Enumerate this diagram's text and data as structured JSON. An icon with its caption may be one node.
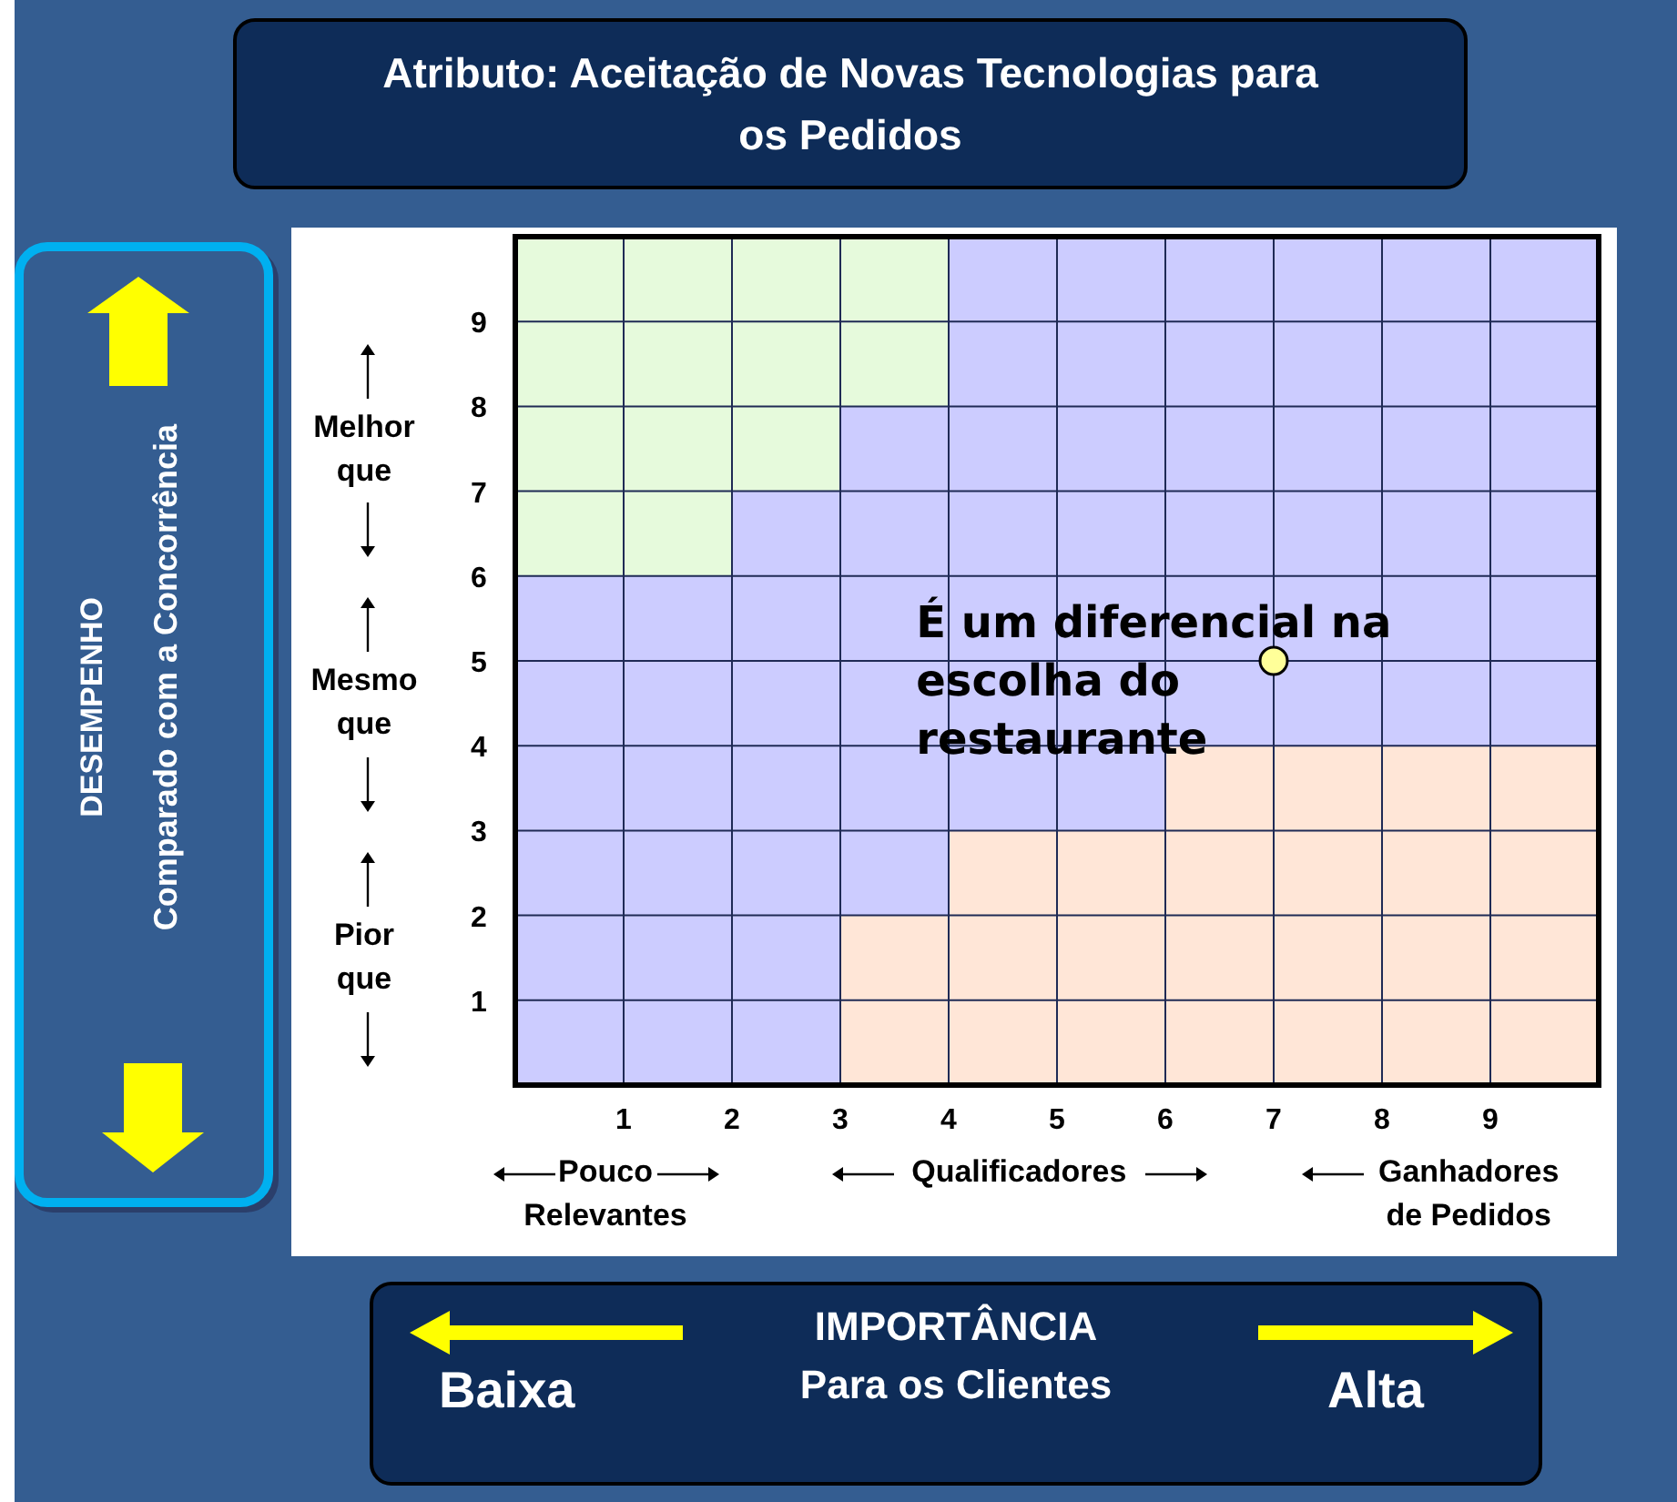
{
  "diagram": {
    "title": "Atributo: Aceitação de Novas Tecnologias para os Pedidos",
    "nodes": [
      {
        "text": [
          "DESEMPENHO",
          "Comparado com a Concorrência"
        ]
      },
      {
        "text": [
          "IMPORTÂNCIA",
          "Baixa",
          "Para os Clientes",
          "Alta"
        ]
      }
    ],
    "labels": [
      "Melhor que",
      "Mesmo que",
      "Pior que",
      "Pouco Relevantes",
      "Qualificadores",
      "Ganhadores de Pedidos"
    ],
    "chart_data": {
      "type": "scatter",
      "x": [
        7
      ],
      "values": [
        5
      ],
      "grid": true,
      "xlim": [
        0,
        10
      ],
      "ylim": [
        0,
        10
      ],
      "xticks": [
        1,
        2,
        3,
        4,
        5,
        6,
        7,
        8,
        9
      ],
      "yticks": [
        1,
        2,
        3,
        4,
        5,
        6,
        7,
        8,
        9
      ],
      "annotations": [
        "É um diferencial na escolha do restaurante"
      ]
    }
  }
}
